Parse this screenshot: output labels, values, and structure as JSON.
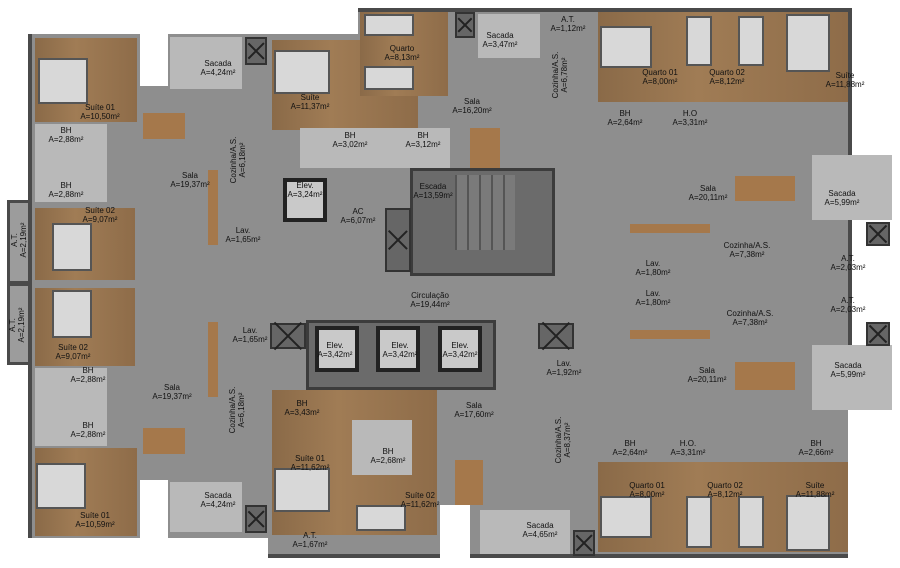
{
  "rooms": [
    {
      "name": "Suíte 01",
      "area": "A=10,50m²"
    },
    {
      "name": "Sacada",
      "area": "A=4,24m²"
    },
    {
      "name": "BH",
      "area": "A=2,88m²"
    },
    {
      "name": "BH",
      "area": "A=2,88m²"
    },
    {
      "name": "Suíte 02",
      "area": "A=9,07m²"
    },
    {
      "name": "A.T.",
      "area": "A=2,19m²"
    },
    {
      "name": "Sala",
      "area": "A=19,37m²"
    },
    {
      "name": "Cozinha/A.S.",
      "area": "A=6,18m²"
    },
    {
      "name": "Lav.",
      "area": "A=1,65m²"
    },
    {
      "name": "Suíte",
      "area": "A=11,37m²"
    },
    {
      "name": "Quarto",
      "area": "A=8,13m²"
    },
    {
      "name": "Sacada",
      "area": "A=3,47m²"
    },
    {
      "name": "A.T.",
      "area": "A=1,12m²"
    },
    {
      "name": "Cozinha/A.S.",
      "area": "A=6,78m²"
    },
    {
      "name": "Sala",
      "area": "A=16,20m²"
    },
    {
      "name": "BH",
      "area": "A=3,02m²"
    },
    {
      "name": "BH",
      "area": "A=3,12m²"
    },
    {
      "name": "Elev.",
      "area": "A=3,24m²"
    },
    {
      "name": "AC",
      "area": "A=6,07m²"
    },
    {
      "name": "Escada",
      "area": "A=13,59m²"
    },
    {
      "name": "Circulação",
      "area": "A=19,44m²"
    },
    {
      "name": "Quarto 01",
      "area": "A=8,00m²"
    },
    {
      "name": "Quarto 02",
      "area": "A=8,12m²"
    },
    {
      "name": "Suíte",
      "area": "A=11,88m²"
    },
    {
      "name": "BH",
      "area": "A=2,64m²"
    },
    {
      "name": "H.O",
      "area": "A=3,31m²"
    },
    {
      "name": "Sala",
      "area": "A=20,11m²"
    },
    {
      "name": "Sacada",
      "area": "A=5,99m²"
    },
    {
      "name": "Cozinha/A.S.",
      "area": "A=7,38m²"
    },
    {
      "name": "Lav.",
      "area": "A=1,80m²"
    },
    {
      "name": "A.T.",
      "area": "A=2,03m²"
    },
    {
      "name": "Lav.",
      "area": "A=1,80m²"
    },
    {
      "name": "Cozinha/A.S.",
      "area": "A=7,38m²"
    },
    {
      "name": "A.T.",
      "area": "A=2,03m²"
    },
    {
      "name": "Sacada",
      "area": "A=5,99m²"
    },
    {
      "name": "Sala",
      "area": "A=20,11m²"
    },
    {
      "name": "BH",
      "area": "A=2,64m²"
    },
    {
      "name": "H.O.",
      "area": "A=3,31m²"
    },
    {
      "name": "BH",
      "area": "A=2,66m²"
    },
    {
      "name": "Quarto 01",
      "area": "A=8,00m²"
    },
    {
      "name": "Quarto 02",
      "area": "A=8,12m²"
    },
    {
      "name": "Suíte",
      "area": "A=11,88m²"
    },
    {
      "name": "Elev.",
      "area": "A=3,42m²"
    },
    {
      "name": "Elev.",
      "area": "A=3,42m²"
    },
    {
      "name": "Elev.",
      "area": "A=3,42m²"
    },
    {
      "name": "Lav.",
      "area": "A=1,92m²"
    },
    {
      "name": "Sala",
      "area": "A=17,60m²"
    },
    {
      "name": "Cozinha/A.S.",
      "area": "A=8,37m²"
    },
    {
      "name": "BH",
      "area": "A=3,43m²"
    },
    {
      "name": "BH",
      "area": "A=2,68m²"
    },
    {
      "name": "Suíte 01",
      "area": "A=11,62m²"
    },
    {
      "name": "Suíte 02",
      "area": "A=11,62m²"
    },
    {
      "name": "A.T.",
      "area": "A=1,67m²"
    },
    {
      "name": "Sacada",
      "area": "A=4,65m²"
    },
    {
      "name": "A.T.",
      "area": "A=2,19m²"
    },
    {
      "name": "Suíte 02",
      "area": "A=9,07m²"
    },
    {
      "name": "BH",
      "area": "A=2,88m²"
    },
    {
      "name": "Sala",
      "area": "A=19,37m²"
    },
    {
      "name": "BH",
      "area": "A=2,88m²"
    },
    {
      "name": "Cozinha/A.S.",
      "area": "A=6,18m²"
    },
    {
      "name": "Lav.",
      "area": "A=1,65m²"
    },
    {
      "name": "Sacada",
      "area": "A=4,24m²"
    },
    {
      "name": "Suíte 01",
      "area": "A=10,59m²"
    }
  ]
}
